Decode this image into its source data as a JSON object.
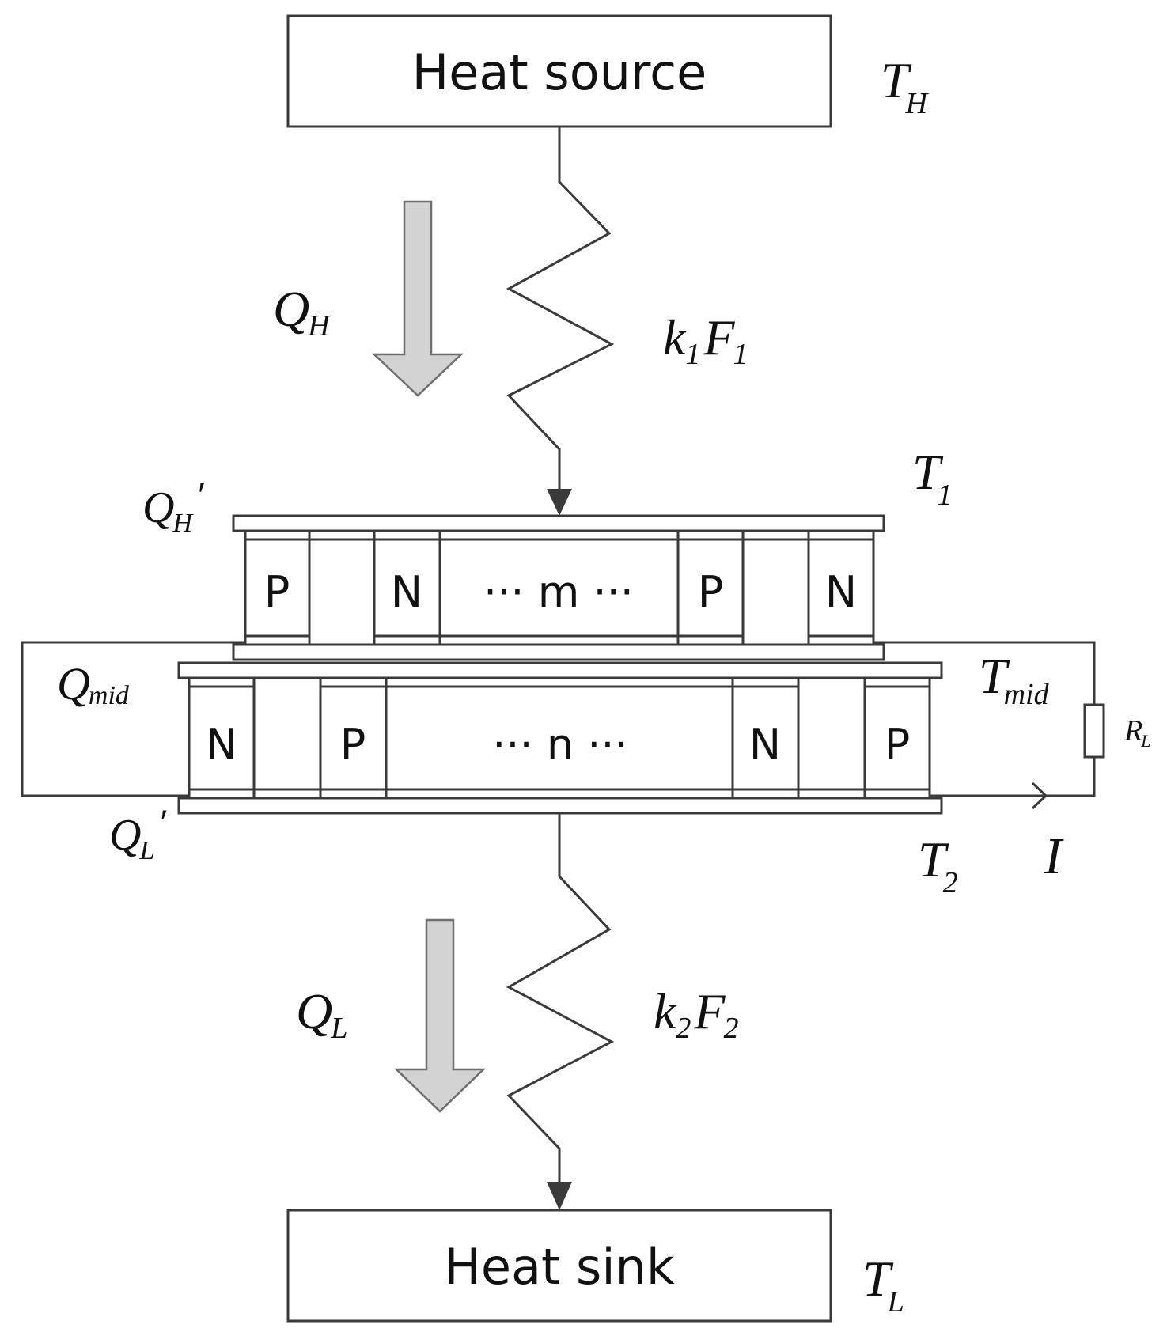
{
  "boxes": {
    "source": "Heat source",
    "sink": "Heat sink"
  },
  "temperatures": {
    "TH": {
      "main": "T",
      "sub": "H"
    },
    "TL": {
      "main": "T",
      "sub": "L"
    },
    "T1": {
      "main": "T",
      "sub": "1"
    },
    "T2": {
      "main": "T",
      "sub": "2"
    },
    "Tmid": {
      "main": "T",
      "sub": "mid"
    }
  },
  "heat_flows": {
    "QH": {
      "main": "Q",
      "sub": "H"
    },
    "QL": {
      "main": "Q",
      "sub": "L"
    },
    "QHp": {
      "main": "Q",
      "sub": "H",
      "prime": "′"
    },
    "QLp": {
      "main": "Q",
      "sub": "L",
      "prime": "′"
    },
    "Qmid": {
      "main": "Q",
      "sub": "mid"
    }
  },
  "conductances": {
    "k1F1": {
      "k": "k",
      "ksub": "1",
      "F": "F",
      "Fsub": "1"
    },
    "k2F2": {
      "k": "k",
      "ksub": "2",
      "F": "F",
      "Fsub": "2"
    }
  },
  "top_stage": {
    "legs": [
      "P",
      "N",
      "P",
      "N"
    ],
    "middle": "··· m ···"
  },
  "bottom_stage": {
    "legs": [
      "N",
      "P",
      "N",
      "P"
    ],
    "middle": "··· n ···"
  },
  "circuit": {
    "load": {
      "main": "R",
      "sub": "L"
    },
    "current": "I"
  },
  "colors": {
    "line": "#3a3a3a",
    "flow_arrow": "#d3d3d3"
  }
}
